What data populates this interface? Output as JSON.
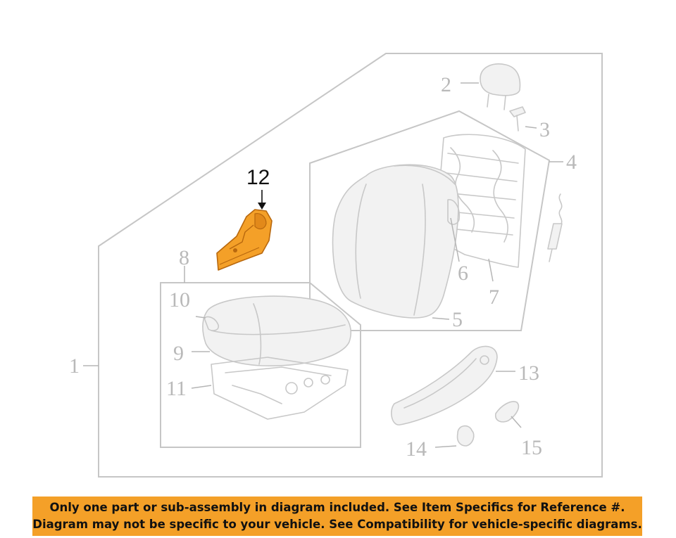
{
  "diagram": {
    "callouts": {
      "c1": "1",
      "c2": "2",
      "c3": "3",
      "c4": "4",
      "c5": "5",
      "c6": "6",
      "c7": "7",
      "c8": "8",
      "c9": "9",
      "c10": "10",
      "c11": "11",
      "c12": "12",
      "c13": "13",
      "c14": "14",
      "c15": "15"
    },
    "colors": {
      "highlight": "#f4a028",
      "highlight_stroke": "#b8680e",
      "faded_line": "#c8c8c8"
    },
    "highlighted_part": "12"
  },
  "notice": {
    "line1": "Only one part or sub-assembly in diagram included. See Item Specifics for Reference #.",
    "line2": "Diagram may not be specific to your vehicle. See Compatibility for vehicle-specific diagrams."
  }
}
